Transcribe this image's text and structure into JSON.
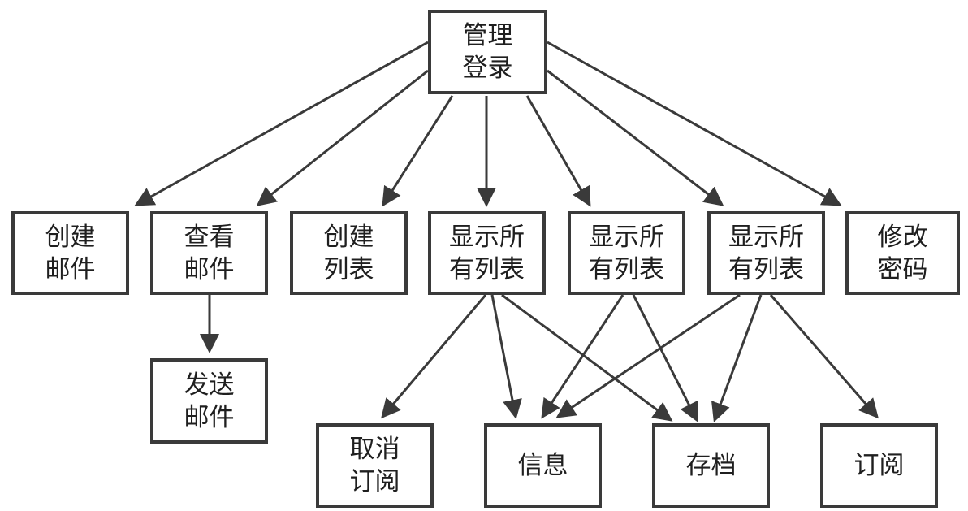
{
  "colors": {
    "line": "#3a3a3a",
    "text": "#1f1f1f",
    "background": "#ffffff"
  },
  "nodes": {
    "admin_login": "管理\n登录",
    "create_mail": "创建\n邮件",
    "view_mail": "查看\n邮件",
    "create_list": "创建\n列表",
    "show_all_lists_1": "显示所\n有列表",
    "show_all_lists_2": "显示所\n有列表",
    "show_all_lists_3": "显示所\n有列表",
    "change_password": "修改\n密码",
    "send_mail": "发送\n邮件",
    "unsubscribe": "取消\n订阅",
    "info": "信息",
    "archive": "存档",
    "subscribe": "订阅"
  },
  "edges": [
    [
      "admin_login",
      "create_mail"
    ],
    [
      "admin_login",
      "view_mail"
    ],
    [
      "admin_login",
      "create_list"
    ],
    [
      "admin_login",
      "show_all_lists_1"
    ],
    [
      "admin_login",
      "show_all_lists_2"
    ],
    [
      "admin_login",
      "show_all_lists_3"
    ],
    [
      "admin_login",
      "change_password"
    ],
    [
      "view_mail",
      "send_mail"
    ],
    [
      "show_all_lists_1",
      "unsubscribe"
    ],
    [
      "show_all_lists_1",
      "info"
    ],
    [
      "show_all_lists_1",
      "archive"
    ],
    [
      "show_all_lists_2",
      "info"
    ],
    [
      "show_all_lists_2",
      "archive"
    ],
    [
      "show_all_lists_3",
      "info"
    ],
    [
      "show_all_lists_3",
      "archive"
    ],
    [
      "show_all_lists_3",
      "subscribe"
    ]
  ]
}
